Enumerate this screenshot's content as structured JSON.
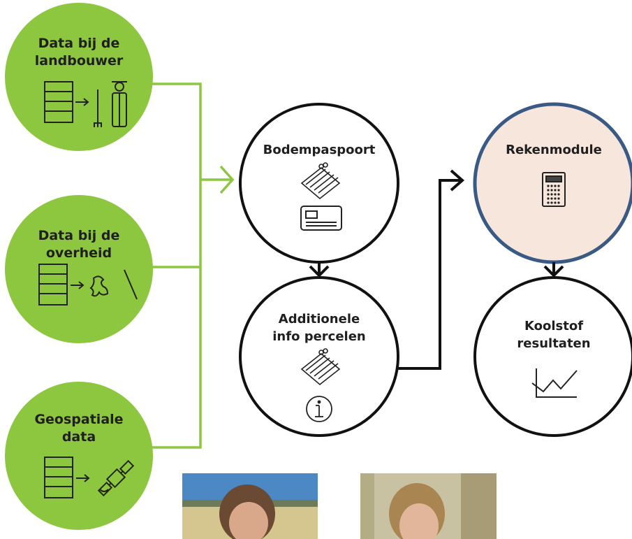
{
  "sources": [
    {
      "label": "Data bij de\nlandbouwer",
      "icon": "server-to-farmer-icon"
    },
    {
      "label": "Data bij de\noverheid",
      "icon": "server-to-flemish-lion-icon"
    },
    {
      "label": "Geospatiale\ndata",
      "icon": "server-to-satellite-icon"
    }
  ],
  "steps": [
    {
      "label": "Bodempaspoort",
      "icons": [
        "soil-sample-icon",
        "id-card-icon"
      ]
    },
    {
      "label": "Additionele\ninfo percelen",
      "icons": [
        "soil-sample-icon",
        "info-icon"
      ]
    },
    {
      "label": "Rekenmodule",
      "icons": [
        "calculator-icon"
      ]
    },
    {
      "label": "Koolstof\nresultaten",
      "icons": [
        "line-chart-icon"
      ]
    }
  ],
  "colors": {
    "source_fill": "#8dc63f",
    "connector": "#8dc63f",
    "step_stroke": "#111111",
    "highlight_fill": "#f7e6dc",
    "highlight_stroke": "#3a5a86"
  },
  "photos": [
    "portrait-photo-left",
    "portrait-photo-right"
  ]
}
